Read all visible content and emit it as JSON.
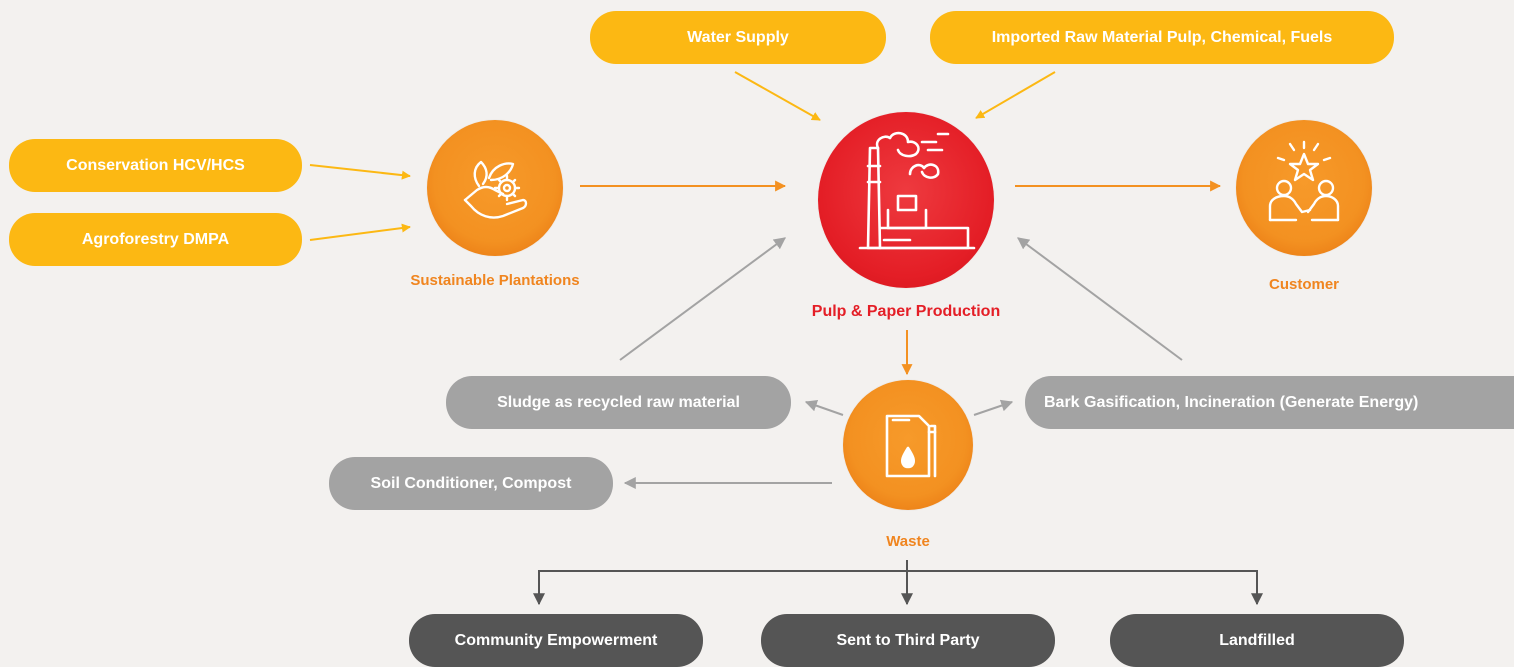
{
  "inputs": {
    "water_supply": "Water Supply",
    "imported_raw_material": "Imported Raw Material Pulp, Chemical, Fuels",
    "conservation": "Conservation HCV/HCS",
    "agroforestry": "Agroforestry DMPA"
  },
  "nodes": {
    "sustainable_plantations": "Sustainable Plantations",
    "pulp_paper_production": "Pulp & Paper Production",
    "customer": "Customer",
    "waste": "Waste"
  },
  "recycling": {
    "sludge": "Sludge as recycled raw material",
    "bark_gasification": "Bark Gasification, Incineration (Generate Energy)",
    "soil_conditioner": "Soil Conditioner, Compost"
  },
  "disposal": {
    "community_empowerment": "Community Empowerment",
    "third_party": "Sent to Third Party",
    "landfilled": "Landfilled"
  },
  "colors": {
    "yellow": "#fcb813",
    "orange": "#f39121",
    "red": "#e41e26",
    "grey": "#a3a3a3",
    "dark": "#555555",
    "background": "#f3f1ef"
  },
  "icons": {
    "sustainable_plantations": "hand-leaf-gear-icon",
    "pulp_paper_production": "factory-icon",
    "customer": "people-star-icon",
    "waste": "canister-drop-icon"
  }
}
